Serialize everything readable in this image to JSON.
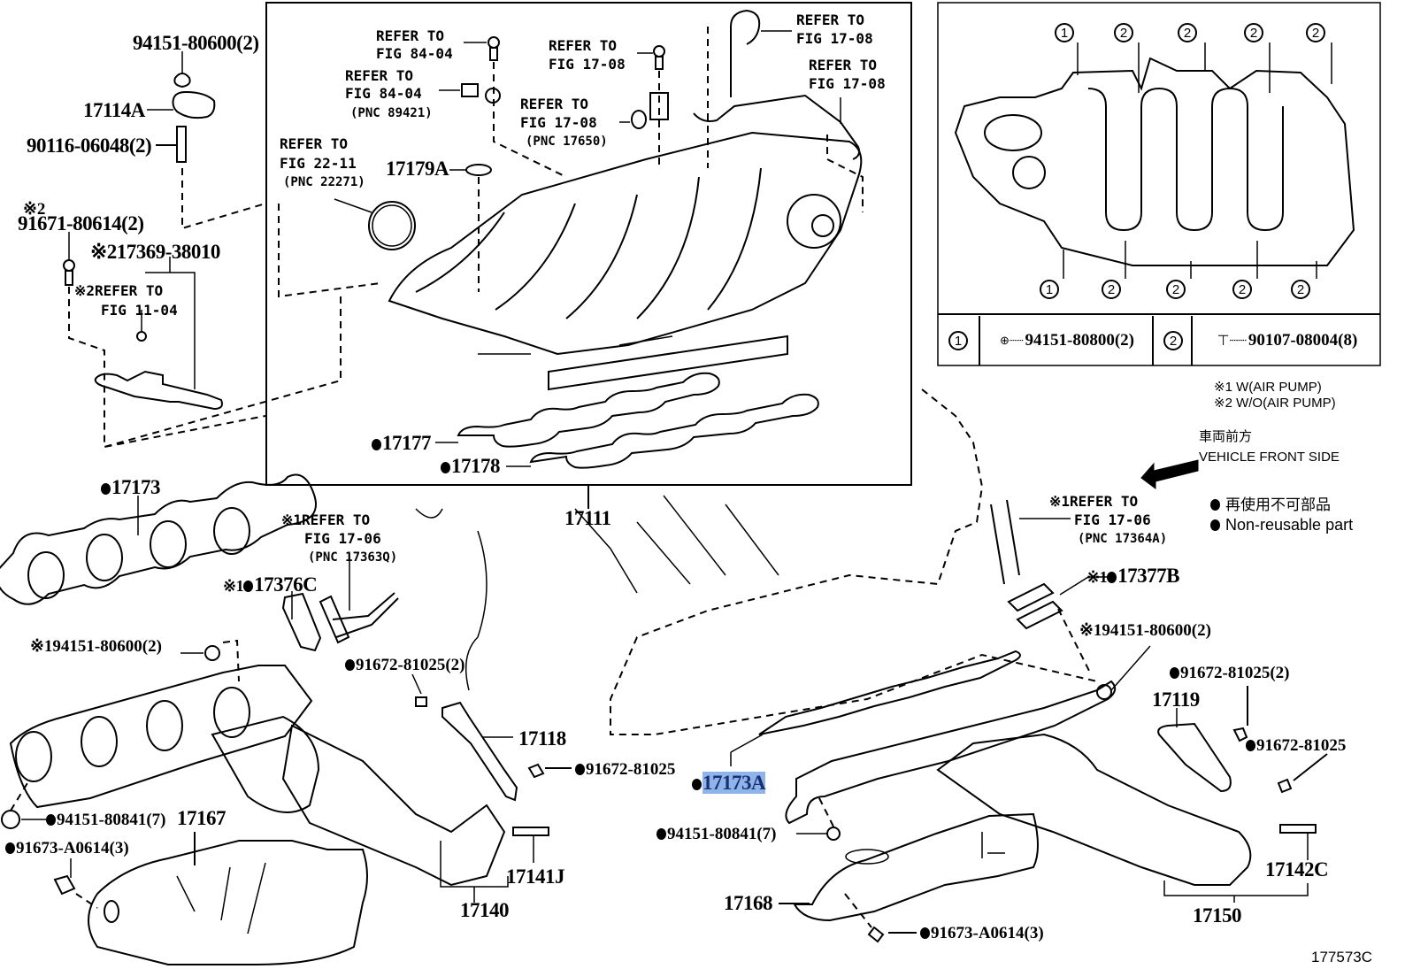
{
  "diagram": {
    "title_code": "177573C",
    "notes": {
      "note1": "※1 W(AIR PUMP)",
      "note2": "※2 W/O(AIR PUMP)",
      "front_jp": "車両前方",
      "front_en": "VEHICLE FRONT SIDE",
      "nonreuse_jp": "再使用不可部品",
      "nonreuse_en": "Non-reusable part"
    },
    "legend": {
      "c1": "1",
      "c1_part": "94151-80800(2)",
      "c2": "2",
      "c2_part": "90107-08004(8)"
    },
    "inset_markers": {
      "top": [
        "1",
        "2",
        "2",
        "2",
        "2"
      ],
      "bottom": [
        "1",
        "2",
        "2",
        "2",
        "2"
      ]
    },
    "labels": {
      "l_94151_80600_2_top": "94151-80600(2)",
      "l_17114A": "17114A",
      "l_90116": "90116-06048(2)",
      "l_x2_a": "※2",
      "l_91671": "91671-80614(2)",
      "l_217369": "※217369-38010",
      "l_ref_11_04_a": "※2REFER TO",
      "l_ref_11_04_b": "FIG 11-04",
      "l_ref_84_04_a1": "REFER TO",
      "l_ref_84_04_a2": "FIG 84-04",
      "l_ref_84_04_b1": "REFER TO",
      "l_ref_84_04_b2": "FIG 84-04",
      "l_pnc_89421": "(PNC 89421)",
      "l_ref_17_08_a1": "REFER TO",
      "l_ref_17_08_a2": "FIG 17-08",
      "l_ref_17_08_b1": "REFER TO",
      "l_ref_17_08_b2": "FIG 17-08",
      "l_pnc_17650": "(PNC 17650)",
      "l_ref_17_08_c1": "REFER TO",
      "l_ref_17_08_c2": "FIG 17-08",
      "l_ref_17_08_d1": "REFER TO",
      "l_ref_17_08_d2": "FIG 17-08",
      "l_ref_22_11_1": "REFER TO",
      "l_ref_22_11_2": "FIG 22-11",
      "l_pnc_22271": "(PNC 22271)",
      "l_17179A": "17179A",
      "l_17177": "17177",
      "l_17178": "17178",
      "l_17111": "17111",
      "l_17173": "17173",
      "l_ref_17_06_a1": "※1REFER TO",
      "l_ref_17_06_a2": "FIG 17-06",
      "l_pnc_17363Q": "(PNC 17363Q)",
      "l_17376C": "※1",
      "l_17376C_num": "17376C",
      "l_94151_80600_x1_left": "※194151-80600(2)",
      "l_91672_81025_2_left": "91672-81025(2)",
      "l_17118": "17118",
      "l_91672_81025_mid": "91672-81025",
      "l_94151_80841_left": "94151-80841(7)",
      "l_91673_left": "91673-A0614(3)",
      "l_17167": "17167",
      "l_17141J": "17141J",
      "l_17140": "17140",
      "l_17173A": "17173A",
      "l_94151_80841_right": "94151-80841(7)",
      "l_17168": "17168",
      "l_91673_right": "91673-A0614(3)",
      "l_ref_17_06_b1": "※1REFER TO",
      "l_ref_17_06_b2": "FIG 17-06",
      "l_pnc_17364A": "(PNC 17364A)",
      "l_17377B_pre": "※1",
      "l_17377B": "17377B",
      "l_94151_80600_x1_right": "※194151-80600(2)",
      "l_91672_81025_2_right": "91672-81025(2)",
      "l_17119": "17119",
      "l_91672_81025_right": "91672-81025",
      "l_17142C": "17142C",
      "l_17150": "17150"
    },
    "selected_part": "17173A",
    "colors": {
      "highlight_bg": "#8fb4ea",
      "highlight_text": "#1a2f74"
    }
  }
}
